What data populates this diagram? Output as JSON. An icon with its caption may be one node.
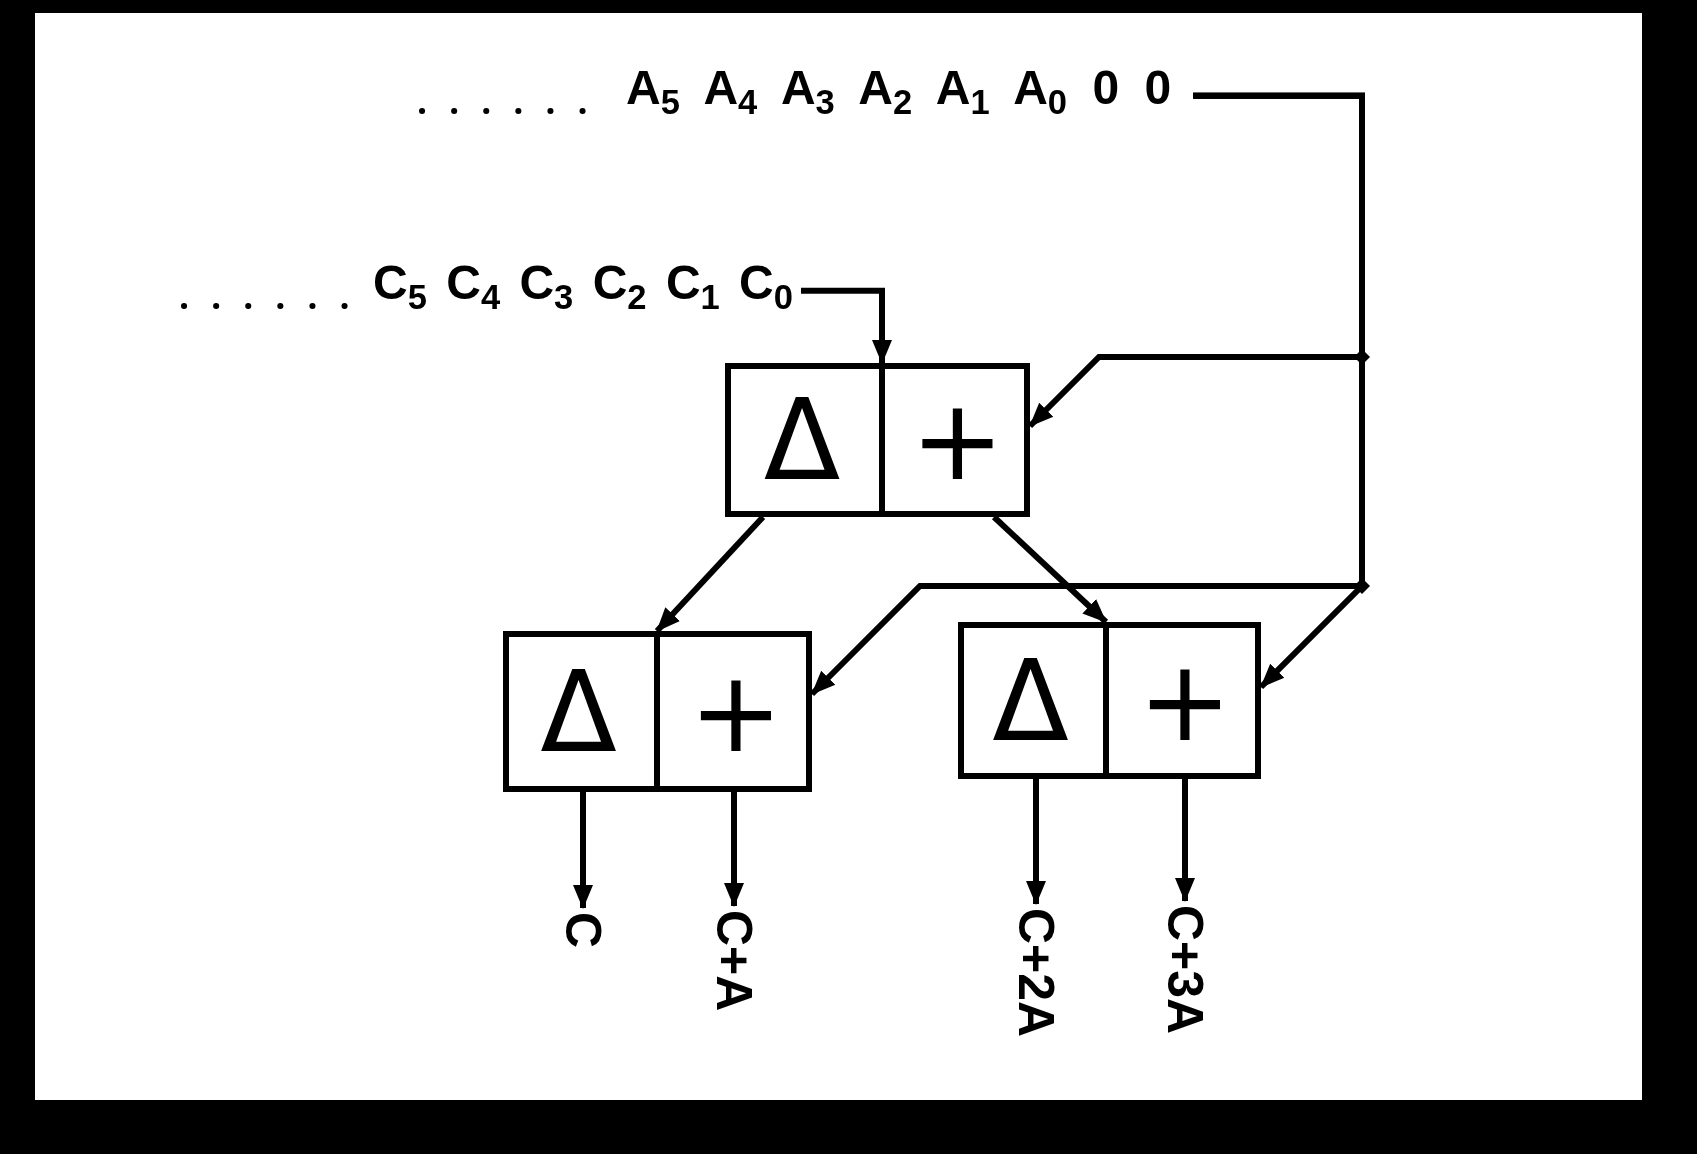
{
  "diagram": {
    "nodes": [
      {
        "text": [
          "A$_{5}$ A$_{4}$ A$_{3}$ A$_{2}$ A$_{1}$ A$_{0}$ 0 0"
        ]
      },
      {
        "text": [
          "C$_{5}$ C$_{4}$ C$_{3}$ C$_{2}$ C$_{1}$ C$_{0}$"
        ]
      },
      {
        "text": [],
        "shape": "box"
      },
      {
        "text": [
          "Δ"
        ],
        "in": 2
      },
      {
        "text": [
          "+"
        ],
        "in": 2
      },
      {
        "text": [],
        "shape": "box"
      },
      {
        "text": [
          "Δ"
        ],
        "in": 5
      },
      {
        "text": [
          "+"
        ],
        "in": 5
      },
      {
        "text": [],
        "shape": "box"
      },
      {
        "text": [
          "Δ"
        ],
        "in": 8
      },
      {
        "text": [
          "+"
        ],
        "in": 8
      },
      {
        "text": [
          "C"
        ]
      },
      {
        "text": [
          "C+A"
        ]
      },
      {
        "text": [
          "C+2A"
        ]
      },
      {
        "text": [
          "C+3A"
        ]
      }
    ],
    "edges": [
      {
        "from": 1,
        "to": 2,
        "arrow": "to"
      },
      {
        "from": 0,
        "to": 4,
        "arrow": "to"
      },
      {
        "from": 0,
        "to": 7,
        "arrow": "to"
      },
      {
        "from": 0,
        "to": 10,
        "arrow": "to"
      },
      {
        "from": 3,
        "to": 5,
        "arrow": "to"
      },
      {
        "from": 4,
        "to": 8,
        "arrow": "to"
      },
      {
        "from": 6,
        "to": 11,
        "arrow": "to"
      },
      {
        "from": 7,
        "to": 12,
        "arrow": "to"
      },
      {
        "from": 9,
        "to": 13,
        "arrow": "to"
      },
      {
        "from": 10,
        "to": 14,
        "arrow": "to"
      }
    ]
  }
}
